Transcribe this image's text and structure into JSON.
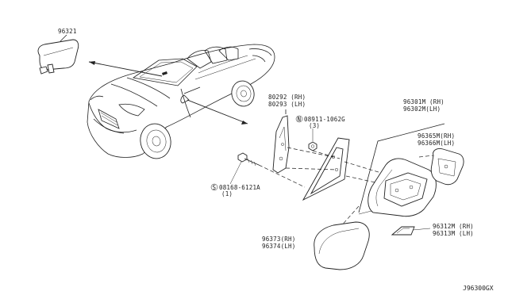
{
  "diagram_code": "J96300GX",
  "parts": {
    "inner_mirror": {
      "number": "96321"
    },
    "corner_cover": {
      "number_rh": "80292 (RH)",
      "number_lh": "80293 (LH)"
    },
    "nut": {
      "number": "08911-1062G",
      "qty": "(3)",
      "symbol": "N"
    },
    "bolt": {
      "number": "08168-6121A",
      "qty": "(1)",
      "symbol": "S"
    },
    "door_mirror": {
      "number_rh": "96301M (RH)",
      "number_lh": "96302M(LH)"
    },
    "mirror_glass": {
      "number_rh": "96365M(RH)",
      "number_lh": "96366M(LH)"
    },
    "cover_lower": {
      "number_rh": "96312M (RH)",
      "number_lh": "96313M (LH)"
    },
    "mirror_cap": {
      "number_rh": "96373(RH)",
      "number_lh": "96374(LH)"
    }
  }
}
